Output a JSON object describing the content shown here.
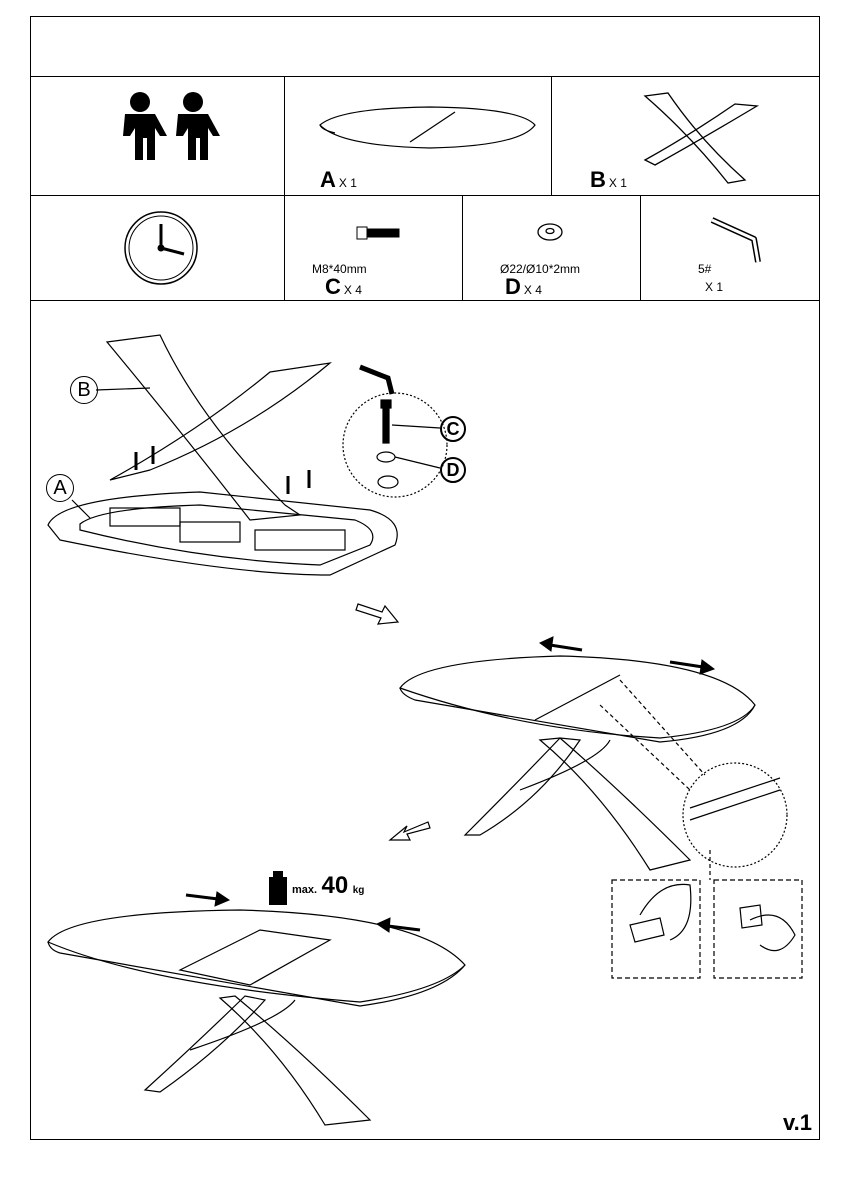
{
  "parts": {
    "a": {
      "letter": "A",
      "qty": "X 1"
    },
    "b": {
      "letter": "B",
      "qty": "X 1"
    },
    "c": {
      "size": "M8*40mm",
      "letter": "C",
      "qty": "X 4"
    },
    "d": {
      "size": "Ø22/Ø10*2mm",
      "letter": "D",
      "qty": "X 4"
    },
    "e": {
      "size": "5#",
      "qty": "X 1"
    }
  },
  "callouts": {
    "a": "A",
    "b": "B",
    "c": "C",
    "d": "D"
  },
  "load": {
    "prefix": "max.",
    "value": "40",
    "unit": "kg"
  },
  "version": "v.1",
  "icons": [
    "two-people-icon",
    "clock-icon",
    "bolt-icon",
    "washer-icon",
    "allen-key-icon",
    "weight-icon",
    "arrow-icon"
  ]
}
